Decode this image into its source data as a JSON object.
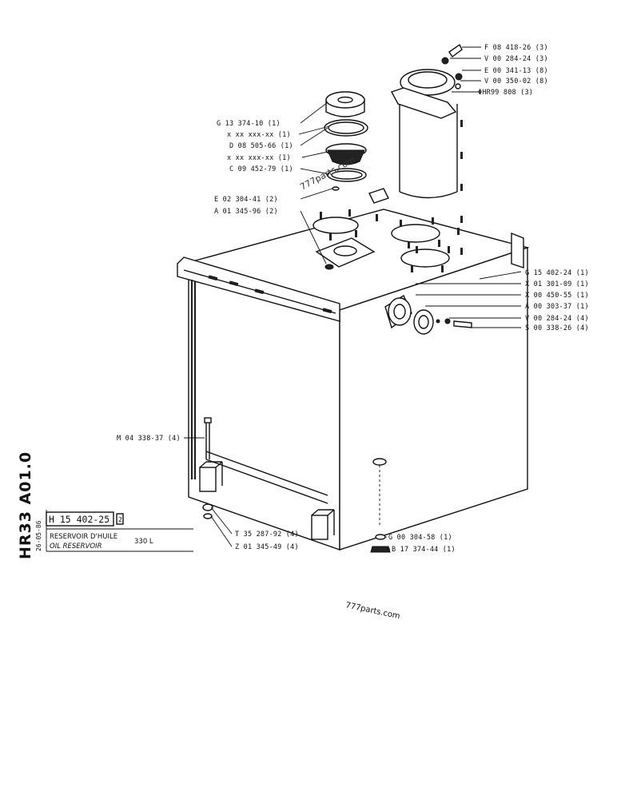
{
  "title_block": {
    "series_code": "HR33 A01.0",
    "date": "26-05-86",
    "part_number": "H 15 402-25",
    "sheet_mark": "2",
    "title_fr": "RESERVOIR D'HUILE",
    "title_en": "OIL RESERVOIR",
    "capacity": "330 L"
  },
  "watermarks": {
    "top": "777parts.com",
    "bottom": "777parts.com"
  },
  "labels": {
    "top_right": [
      "F 08 418-26 (3)",
      "V 00 284-24 (3)",
      "E 00 341-13 (8)",
      "V 00 350-02 (8)",
      "ΦHR99  808 (3)"
    ],
    "top_left": [
      "G 13 374-10 (1)",
      "x xx xxx-xx (1)",
      "D 08 505-66 (1)",
      "x xx xxx-xx (1)",
      "C 09 452-79 (1)",
      "E 02 304-41 (2)",
      "A 01 345-96 (2)"
    ],
    "right_side": [
      "G 15 402-24 (1)",
      "X 01 301-09 (1)",
      "X 00 450-55 (1)",
      "A 00 303-37 (1)",
      "V 00 284-24 (4)",
      "S 00 338-26 (4)"
    ],
    "left_side": [
      "M 04 338-37 (4)"
    ],
    "bottom_left": [
      "T 35 287-92 (4)",
      "Z 01 345-49 (4)"
    ],
    "bottom_right": [
      "G 00 304-58 (1)",
      "B 17 374-44 (1)"
    ]
  }
}
